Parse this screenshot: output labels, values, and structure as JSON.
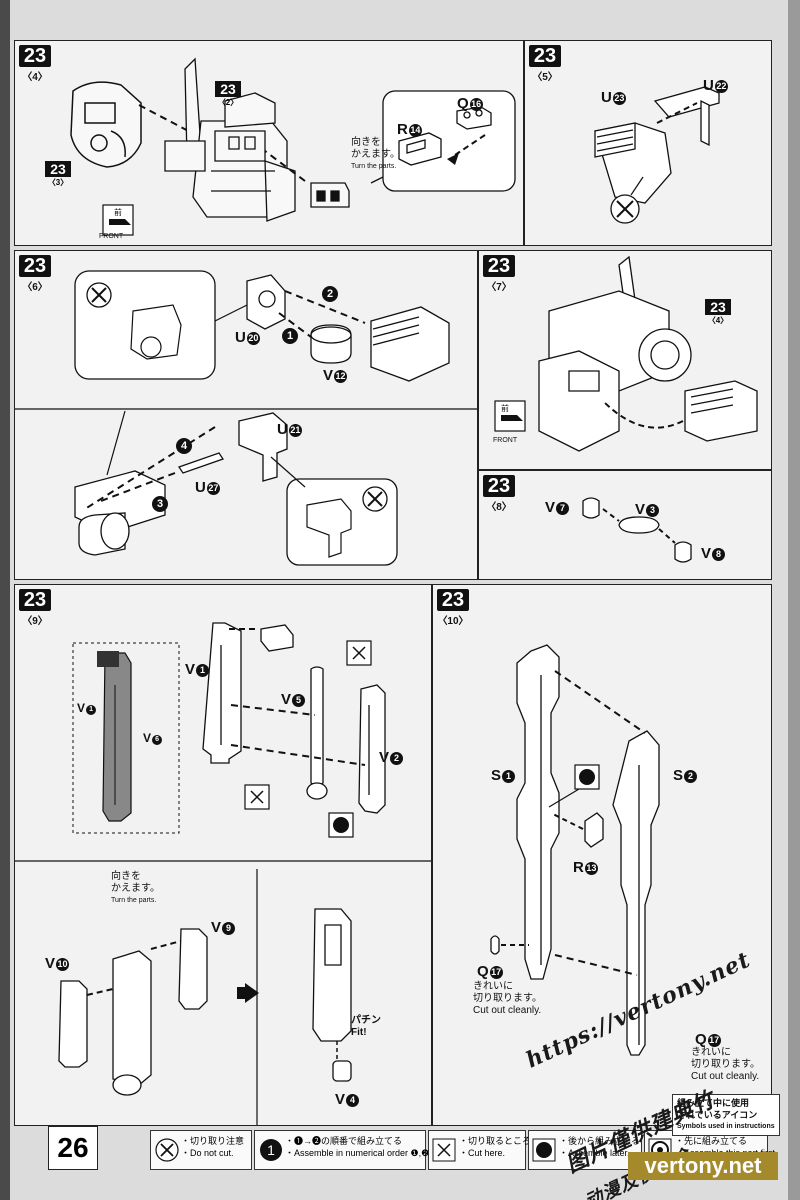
{
  "steps": {
    "s4": {
      "num": "23",
      "sub": "〈4〉"
    },
    "s5": {
      "num": "23",
      "sub": "〈5〉"
    },
    "s6": {
      "num": "23",
      "sub": "〈6〉"
    },
    "s7": {
      "num": "23",
      "sub": "〈7〉"
    },
    "s8": {
      "num": "23",
      "sub": "〈8〉"
    },
    "s9": {
      "num": "23",
      "sub": "〈9〉"
    },
    "s10": {
      "num": "23",
      "sub": "〈10〉"
    }
  },
  "refs": {
    "r2": {
      "num": "23",
      "sub": "〈2〉"
    },
    "r3": {
      "num": "23",
      "sub": "〈3〉"
    },
    "r4": {
      "num": "23",
      "sub": "〈4〉"
    }
  },
  "panel4": {
    "turn_jp1": "向きを",
    "turn_jp2": "かえます。",
    "turn_en": "Turn the parts.",
    "front_jp": "前",
    "front_en": "FRONT",
    "part_r14": "R",
    "n14": "14",
    "part_q16": "Q",
    "n16": "16"
  },
  "panel5": {
    "part_u23": "U",
    "n23": "23",
    "part_u22": "U",
    "n22": "22"
  },
  "panel6": {
    "part_u20": "U",
    "n20": "20",
    "part_v12": "V",
    "n12": "12",
    "part_u21": "U",
    "n21": "21",
    "part_u27": "U",
    "n27": "27",
    "seq1": "1",
    "seq2": "2",
    "seq3": "3",
    "seq4": "4"
  },
  "panel7": {
    "front_jp": "前",
    "front_en": "FRONT"
  },
  "panel8": {
    "part_v7": "V",
    "n7": "7",
    "part_v3": "V",
    "n3": "3",
    "part_v8": "V",
    "n8": "8"
  },
  "panel9": {
    "inset_v1": "V",
    "inset_n1": "1",
    "inset_v6": "V",
    "inset_n6": "6",
    "part_v1": "V",
    "n1": "1",
    "part_v5": "V",
    "n5": "5",
    "part_v2": "V",
    "n2": "2",
    "turn_jp1": "向きを",
    "turn_jp2": "かえます。",
    "turn_en": "Turn the parts.",
    "part_v10": "V",
    "n10": "10",
    "part_v9": "V",
    "n9": "9",
    "part_v4": "V",
    "n4": "4",
    "fit_jp": "パチン",
    "fit_en": "Fit!"
  },
  "panel10": {
    "part_s1": "S",
    "ns1": "1",
    "part_s2": "S",
    "ns2": "2",
    "part_r13": "R",
    "n13": "13",
    "part_q17": "Q",
    "n17": "17",
    "cut_jp1": "きれいに",
    "cut_jp2": "切り取ります。",
    "cut_en": "Cut out cleanly.",
    "part_q17b": "Q",
    "n17b": "17",
    "cut_jp1b": "きれいに",
    "cut_jp2b": "切り取ります。",
    "cut_enb": "Cut out cleanly."
  },
  "footer": {
    "page_number": "26",
    "legend_title_jp1": "組み立て中に使用",
    "legend_title_jp2": "されているアイコン",
    "legend_title_en": "Symbols used in instructions",
    "icon1_jp": "・切り取り注意",
    "icon1_en": "・Do not cut.",
    "icon2_jp": "・❶→❷の順番で組み立てる",
    "icon2_en": "・Assemble in numerical order ❶,❷...",
    "icon3_jp": "・切り取るところ",
    "icon3_en": "・Cut here.",
    "icon4_jp": "・後から組み立てる",
    "icon4_en": "・Assemble later.",
    "icon5_jp": "・先に組み立てる",
    "icon5_en": "・Assemble this part first."
  },
  "watermark": {
    "url": "https://vertony.net",
    "cn_line1": "图片僅供建典竹",
    "cn_line2": "动漫及使他途",
    "brand": "vertony.net"
  }
}
